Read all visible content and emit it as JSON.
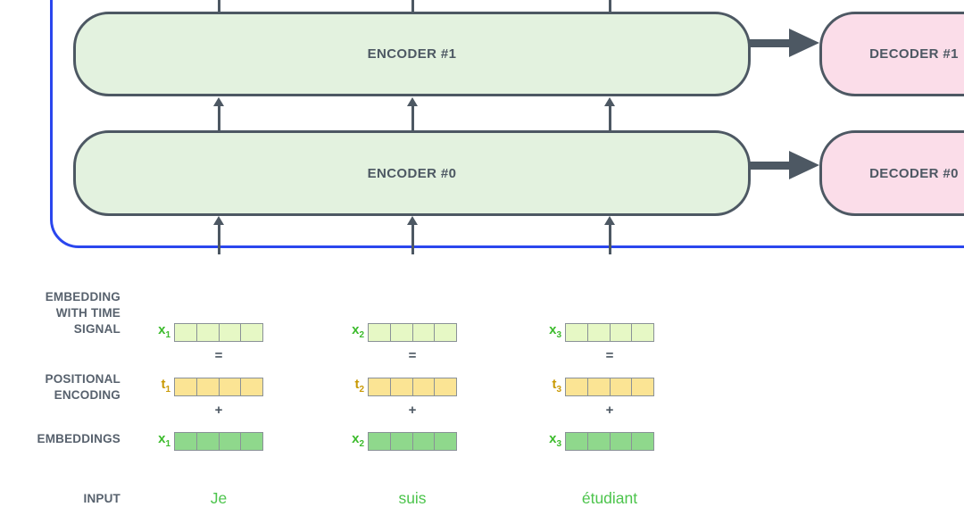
{
  "encoder_stack": {
    "boxes": [
      {
        "label": "ENCODER #1"
      },
      {
        "label": "ENCODER #0"
      }
    ]
  },
  "decoder_stack": {
    "boxes": [
      {
        "label": "DECODER #1"
      },
      {
        "label": "DECODER #0"
      }
    ]
  },
  "row_labels": {
    "time_signal": {
      "lines": [
        "EMBEDDING",
        "WITH TIME",
        "SIGNAL"
      ]
    },
    "positional": {
      "lines": [
        "POSITIONAL",
        "ENCODING"
      ]
    },
    "embeddings": {
      "lines": [
        "EMBEDDINGS"
      ]
    },
    "input": {
      "lines": [
        "INPUT"
      ]
    }
  },
  "operators": {
    "equals": "=",
    "plus": "+"
  },
  "columns": [
    {
      "time": {
        "sym": "x",
        "sub": "1"
      },
      "pos": {
        "sym": "t",
        "sub": "1"
      },
      "emb": {
        "sym": "x",
        "sub": "1"
      },
      "word": "Je"
    },
    {
      "time": {
        "sym": "x",
        "sub": "2"
      },
      "pos": {
        "sym": "t",
        "sub": "2"
      },
      "emb": {
        "sym": "x",
        "sub": "2"
      },
      "word": "suis"
    },
    {
      "time": {
        "sym": "x",
        "sub": "3"
      },
      "pos": {
        "sym": "t",
        "sub": "3"
      },
      "emb": {
        "sym": "x",
        "sub": "3"
      },
      "word": "étudiant"
    }
  ],
  "vector": {
    "cells_per_vector": 4
  },
  "colors": {
    "encoder_fill": "#e3f2df",
    "decoder_fill": "#fbdde9",
    "outline_dark": "#4d5863",
    "container_blue": "#2a46ee",
    "time_cell_fill": "#e6f8c5",
    "positional_cell_fill": "#fbe494",
    "embedding_cell_fill": "#8fd88c",
    "cell_border": "#8a9197",
    "x_label_green": "#3cbb2c",
    "t_label_amber": "#c99a06",
    "word_green": "#4cc44c",
    "row_label_gray": "#57616d"
  }
}
